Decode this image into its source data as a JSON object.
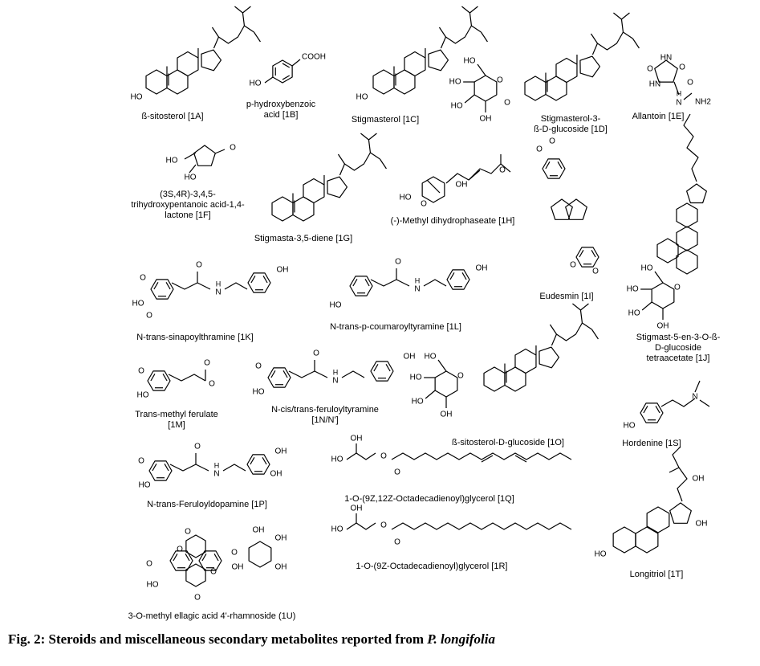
{
  "figure": {
    "caption_prefix": "Fig. 2: Steroids and miscellaneous secondary metabolites reported from ",
    "caption_species": "P. longifolia"
  },
  "compounds": [
    {
      "label_lines": [
        "ß-sitosterol [1A]"
      ]
    },
    {
      "label_lines": [
        "p-hydroxybenzoic",
        "acid [1B]"
      ]
    },
    {
      "label_lines": [
        "Stigmasterol [1C]"
      ]
    },
    {
      "label_lines": [
        "Stigmasterol-3-",
        "ß-D-glucoside [1D]"
      ]
    },
    {
      "label_lines": [
        "Allantoin [1E]"
      ]
    },
    {
      "label_lines": [
        "(3S,4R)-3,4,5-",
        "trihydroxypentanoic acid-1,4-",
        "lactone [1F]"
      ]
    },
    {
      "label_lines": [
        "Stigmasta-3,5-diene [1G]"
      ]
    },
    {
      "label_lines": [
        "(-)-Methyl dihydrophaseate [1H]"
      ]
    },
    {
      "label_lines": [
        "Eudesmin [1I]"
      ]
    },
    {
      "label_lines": [
        "Stigmast-5-en-3-O-ß-",
        "D-glucoside",
        "tetraacetate [1J]"
      ]
    },
    {
      "label_lines": [
        "N-trans-sinapoylthramine [1K]"
      ]
    },
    {
      "label_lines": [
        "N-trans-p-coumaroyltyramine [1L]"
      ]
    },
    {
      "label_lines": [
        "Trans-methyl ferulate",
        "[1M]"
      ]
    },
    {
      "label_lines": [
        "N-cis/trans-feruloyltyramine",
        "[1N/N']"
      ]
    },
    {
      "label_lines": [
        "ß-sitosterol-D-glucoside [1O]"
      ]
    },
    {
      "label_lines": [
        "Hordenine [1S]"
      ]
    },
    {
      "label_lines": [
        "N-trans-Feruloyldopamine [1P]"
      ]
    },
    {
      "label_lines": [
        "1-O-(9Z,12Z-Octadecadienoyl)glycerol [1Q]"
      ]
    },
    {
      "label_lines": [
        "1-O-(9Z-Octadecadienoyl)glycerol [1R]"
      ]
    },
    {
      "label_lines": [
        "Longitriol [1T]"
      ]
    },
    {
      "label_lines": [
        "3-O-methyl ellagic acid 4'-rhamnoside (1U)"
      ]
    }
  ],
  "atom_labels": [
    "HO",
    "OH",
    "O",
    "COOH",
    "N",
    "H",
    "NH",
    "HN",
    "NH2",
    "OH"
  ]
}
